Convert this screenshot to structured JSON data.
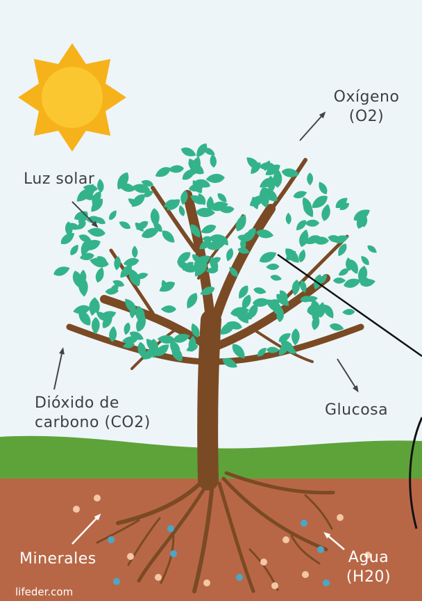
{
  "labels": {
    "oxygen_line1": "Oxígeno",
    "oxygen_line2": "(O2)",
    "sunlight": "Luz solar",
    "co2_line1": "Dióxido de",
    "co2_line2": "carbono (CO2)",
    "glucose": "Glucosa",
    "minerals": "Minerales",
    "water_line1": "Agua",
    "water_line2": "(H20)",
    "credit": "lifeder.com"
  },
  "colors": {
    "sky": "#eef5f9",
    "sun": "#f6b21a",
    "sun_core": "#fbc730",
    "grass": "#5ea33a",
    "soil": "#b86746",
    "trunk": "#7a4a24",
    "leaf": "#34b38a",
    "label_text": "#3d3f40",
    "mineral_dot": "#f4c7a5",
    "water_dot": "#4ba7c8"
  },
  "icons": [
    "sun-icon",
    "tree-icon",
    "arrow-icon"
  ]
}
